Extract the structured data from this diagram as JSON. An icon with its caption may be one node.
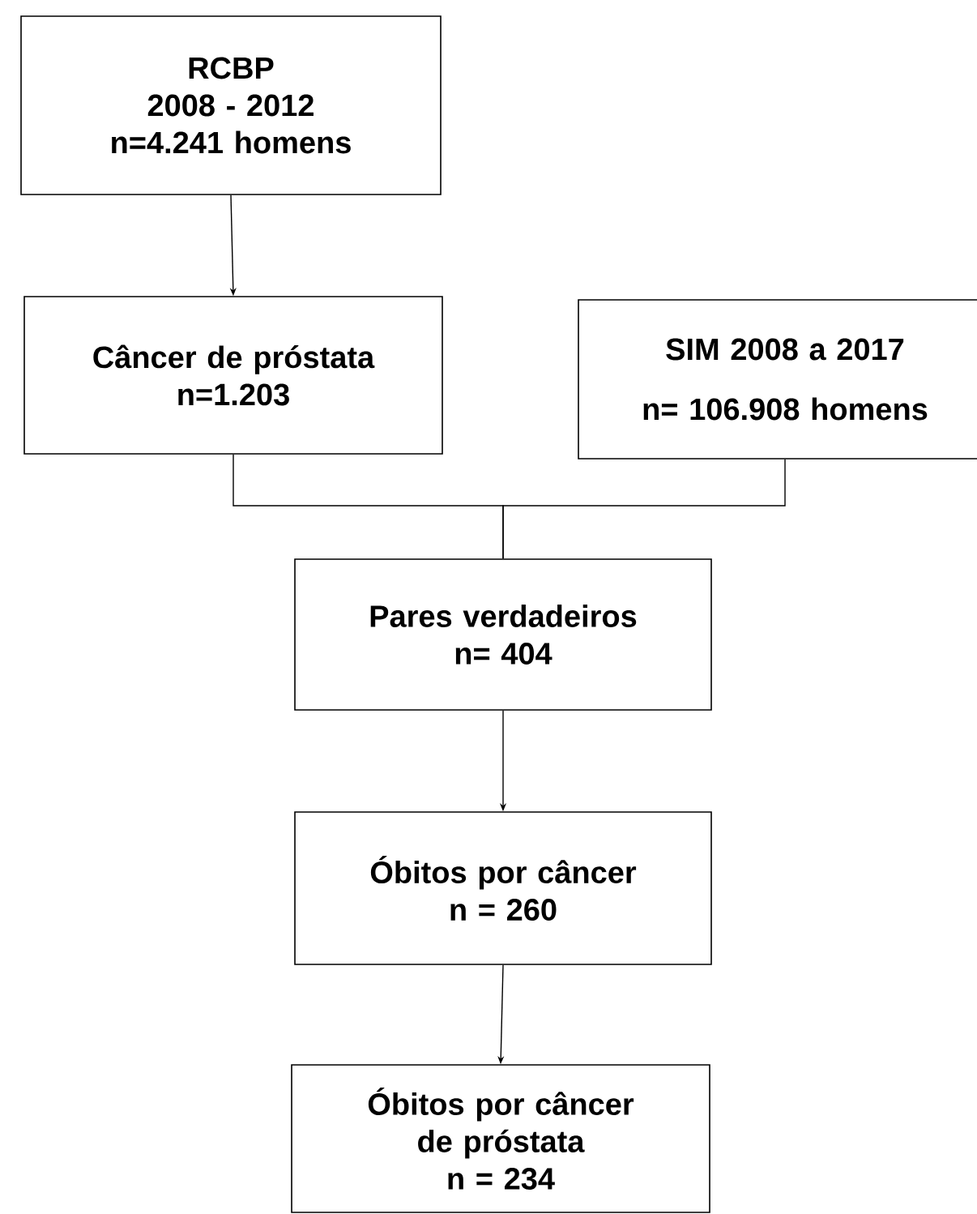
{
  "diagram": {
    "nodes": [
      {
        "text": [
          "RCBP",
          "2008 - 2012",
          "n=4.241 homens"
        ]
      },
      {
        "text": [
          "Câncer de próstata",
          "n=1.203"
        ]
      },
      {
        "text": [
          "SIM 2008 a 2017",
          "n= 106.908 homens"
        ]
      },
      {
        "text": [
          "Pares verdadeiros",
          "n= 404"
        ]
      },
      {
        "text": [
          "Óbitos por câncer",
          "n = 260"
        ]
      },
      {
        "text": [
          "Óbitos por câncer de próstata",
          "n = 234"
        ]
      }
    ],
    "edges": [
      {
        "from": 0,
        "to": 1,
        "arrow": "to"
      },
      {
        "from": 1,
        "to": 3,
        "arrow": "none"
      },
      {
        "from": 2,
        "to": 3,
        "arrow": "none"
      },
      {
        "from": 3,
        "to": 4,
        "arrow": "to"
      },
      {
        "from": 4,
        "to": 5,
        "arrow": "to"
      }
    ]
  }
}
